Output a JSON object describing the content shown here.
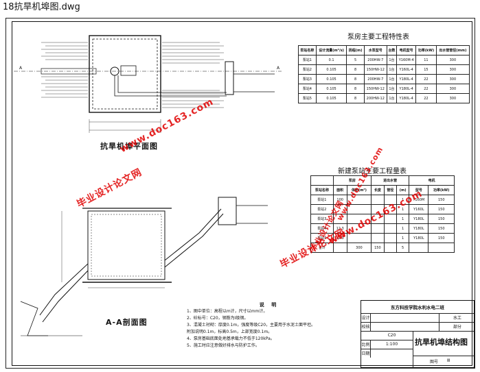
{
  "window": {
    "title": "18抗旱机埠图.dwg"
  },
  "plan": {
    "title": "抗旱机埠平面图",
    "section_mark": "A"
  },
  "section": {
    "title": "A-A剖面图"
  },
  "table1": {
    "title": "泵房主要工程特性表",
    "headers": [
      "泵站名称",
      "设计流量(m³/s)",
      "扬程(m)",
      "水泵型号",
      "台数",
      "电机型号",
      "功率(kW)",
      "出水管管径(mm)"
    ],
    "rows": [
      [
        "泵站1",
        "0.1",
        "5",
        "200HW-7",
        "1台",
        "Y160M-4",
        "11",
        "300"
      ],
      [
        "泵站2",
        "0.105",
        "8",
        "150HW-12",
        "1台",
        "Y160L-4",
        "15",
        "300"
      ],
      [
        "泵站3",
        "0.105",
        "8",
        "200HW-7",
        "1台",
        "Y180L-4",
        "22",
        "300"
      ],
      [
        "泵站4",
        "0.105",
        "8",
        "150HW-12",
        "1台",
        "Y180L-4",
        "22",
        "300"
      ],
      [
        "泵站5",
        "0.105",
        "8",
        "200HW-12",
        "1台",
        "Y180L-4",
        "22",
        "300"
      ]
    ]
  },
  "table2": {
    "title": "新建泵站主要工程量表",
    "group_headers": [
      "泵房",
      "进出水管",
      "电机"
    ],
    "headers": [
      "泵站名称",
      "面积",
      "体积(m³)",
      "长度",
      "管径",
      "(m)",
      "型号",
      "功率(kW)"
    ],
    "rows": [
      [
        "泵站1",
        "100",
        "",
        "",
        "",
        "1",
        "Y160M",
        "150"
      ],
      [
        "泵站2",
        "",
        "",
        "",
        "",
        "1",
        "Y160L",
        "150"
      ],
      [
        "泵站3",
        "",
        "",
        "",
        "",
        "1",
        "Y180L",
        "150"
      ],
      [
        "泵站4",
        "12.3",
        "",
        "",
        "",
        "1",
        "Y180L",
        "150"
      ],
      [
        "泵站5",
        "12.3",
        "",
        "",
        "",
        "1",
        "Y180L",
        "150"
      ],
      [
        "合计",
        "",
        "300",
        "150",
        "",
        "5",
        "",
        ""
      ]
    ]
  },
  "notes": {
    "title": "说 明",
    "lines": [
      "1、图中单位：高程以m计，尺寸以mm计。",
      "2、砼标号：C20，钢筋为I级钢。",
      "3、混凝土衬砌：厚度0.1m，强度等级C20，主要用于水泥土面平坦。",
      "附加说明0.1m，标高0.5m，上部宽度0.1m。",
      "4、泵房基础底面处地基承载力不低于120kPa。",
      "5、施工时应注意做好排水与防护工作。"
    ]
  },
  "watermarks": [
    "毕业设计论文网",
    "www.doc163.com"
  ],
  "title_block": {
    "institute": "东方科技学院水利水电二班",
    "design_label": "设计",
    "check_label": "校核",
    "scale_label": "比例",
    "scale_value": "1:100",
    "date_label": "日期",
    "stage_label": "水工",
    "part_label": "部分",
    "drawing_name": "抗旱机埠结构图",
    "number_label": "图号",
    "number_value": "Ⅲ",
    "material": "C20"
  }
}
